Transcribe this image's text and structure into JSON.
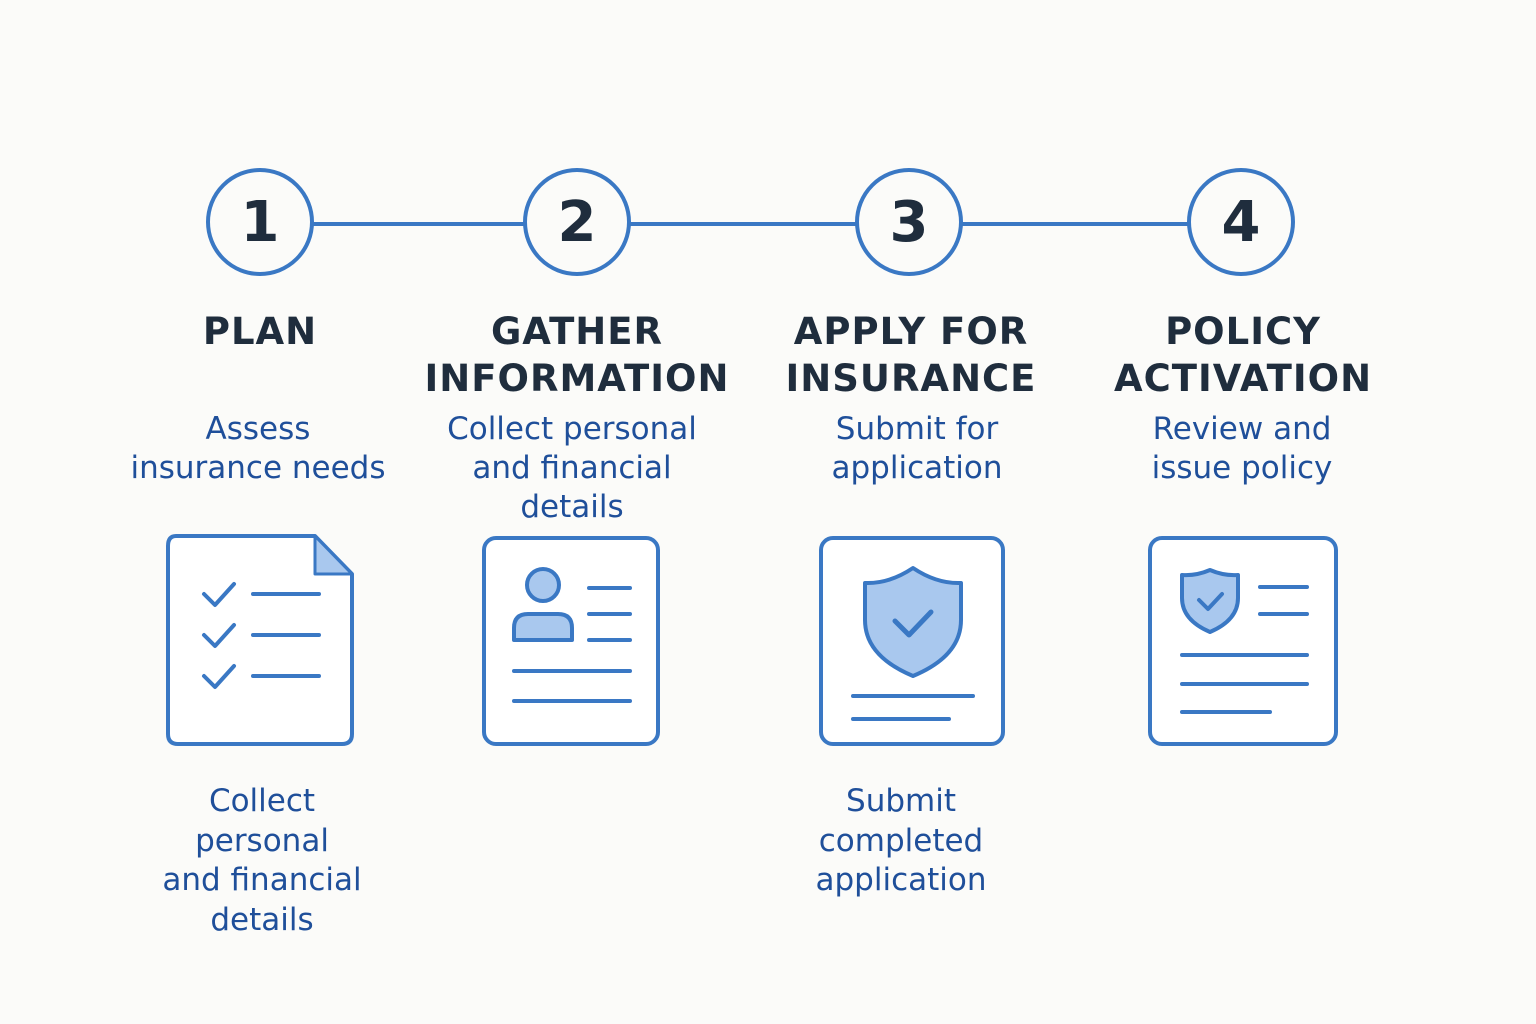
{
  "steps": [
    {
      "number": "1",
      "title": "PLAN",
      "description": "Assess\ninsurance needs",
      "note": "Collect\npersonal\nand financial\ndetails",
      "icon": "checklist-document-icon"
    },
    {
      "number": "2",
      "title": "GATHER\nINFORMATION",
      "description": "Collect personal\nand financial\ndetails",
      "icon": "profile-document-icon"
    },
    {
      "number": "3",
      "title": "APPLY FOR\nINSURANCE",
      "description": "Submit for\napplication",
      "note": "Submit\ncompleted\napplication",
      "icon": "shield-document-icon"
    },
    {
      "number": "4",
      "title": "POLICY\nACTIVATION",
      "description": "Review and\nissue policy",
      "icon": "policy-document-icon"
    }
  ],
  "colors": {
    "background": "#fbfbf9",
    "accent": "#3a78c4",
    "accent_light": "#a9c8ee",
    "heading": "#1f2d3d",
    "body_text": "#1f4f9a"
  }
}
